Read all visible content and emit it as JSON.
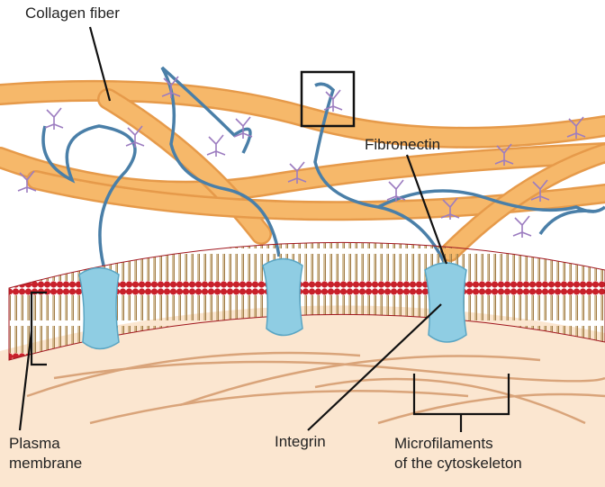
{
  "labels": {
    "collagen_fiber": "Collagen fiber",
    "fibronectin": "Fibronectin",
    "integrin": "Integrin",
    "plasma_membrane_line1": "Plasma",
    "plasma_membrane_line2": "membrane",
    "microfilaments_line1": "Microfilaments",
    "microfilaments_line2": "of the cytoskeleton"
  },
  "colors": {
    "collagen": "#f6b86a",
    "fibronectin": "#4a7fa8",
    "glycan": "#9c7cc0",
    "lipid_head": "#c8202a",
    "lipid_tail": "#b8955a",
    "integrin": "#8fcde3",
    "cytoplasm": "#fbe6d0",
    "microfilament": "#d9a47a"
  }
}
